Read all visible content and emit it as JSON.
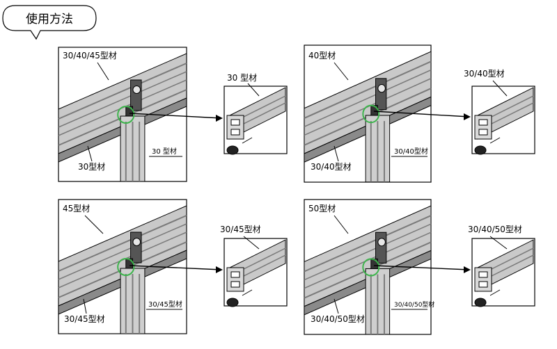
{
  "title": "使用方法",
  "panels": [
    {
      "main_label": "30/40/45型材",
      "bottom_label": "30型材",
      "post_label": "30 型材",
      "detail_label": "30 型材"
    },
    {
      "main_label": "40型材",
      "bottom_label": "30/40型材",
      "post_label": "30/40型材",
      "detail_label": "30/40型材"
    },
    {
      "main_label": "45型材",
      "bottom_label": "30/45型材",
      "post_label": "30/45型材",
      "detail_label": "30/45型材"
    },
    {
      "main_label": "50型材",
      "bottom_label": "30/40/50型材",
      "post_label": "30/40/50型材",
      "detail_label": "30/40/50型材"
    }
  ],
  "colors": {
    "profile": "#c9c9c9",
    "profile_dark": "#8a8a8a",
    "highlight": "#3cb44b",
    "line": "#000000"
  }
}
